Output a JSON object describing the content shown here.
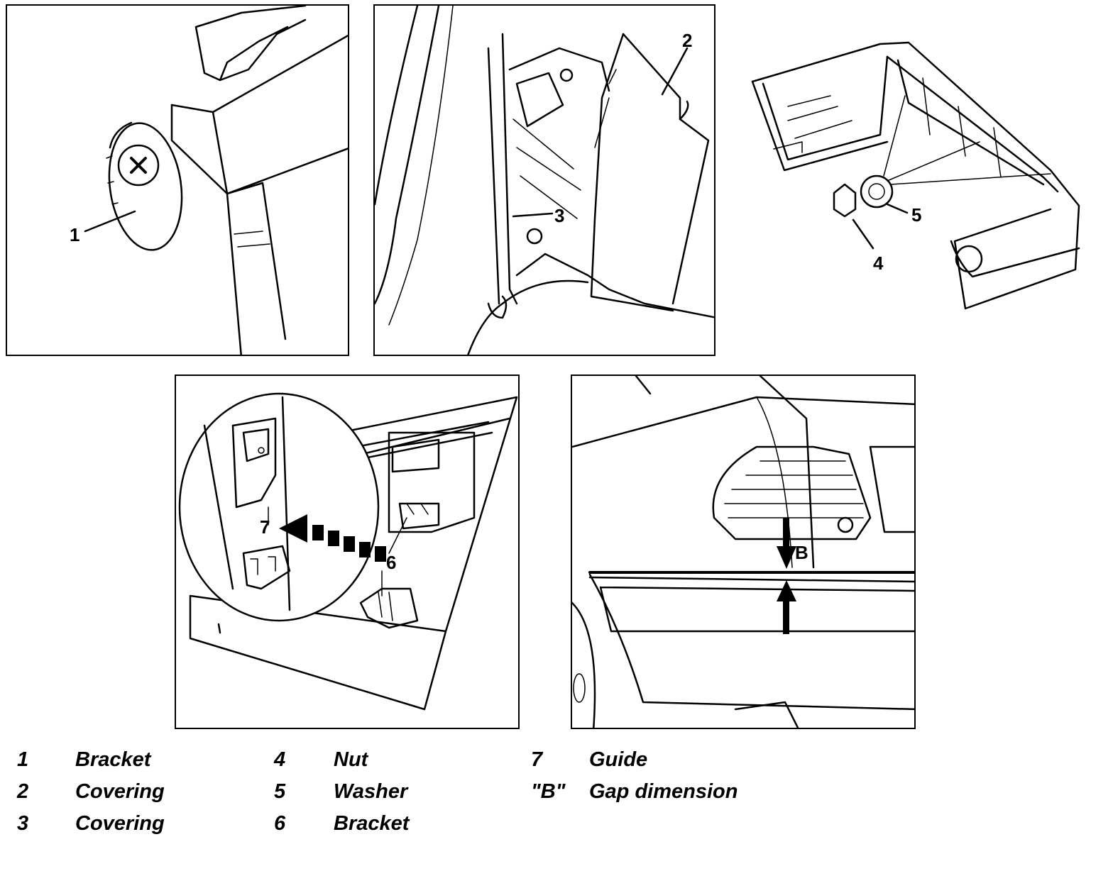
{
  "panels": {
    "p1": {
      "callouts": [
        "1"
      ]
    },
    "p2": {
      "callouts": [
        "2",
        "3"
      ]
    },
    "p3": {
      "callouts": [
        "5",
        "4"
      ]
    },
    "p4": {
      "callouts": [
        "7",
        "6"
      ]
    },
    "p5": {
      "callouts": [
        "B"
      ]
    }
  },
  "legend": [
    {
      "num": "1",
      "text": "Bracket"
    },
    {
      "num": "2",
      "text": "Covering"
    },
    {
      "num": "3",
      "text": "Covering"
    },
    {
      "num": "4",
      "text": "Nut"
    },
    {
      "num": "5",
      "text": "Washer"
    },
    {
      "num": "6",
      "text": "Bracket"
    },
    {
      "num": "7",
      "text": "Guide"
    },
    {
      "num": "\"B\"",
      "text": "Gap dimension"
    }
  ]
}
